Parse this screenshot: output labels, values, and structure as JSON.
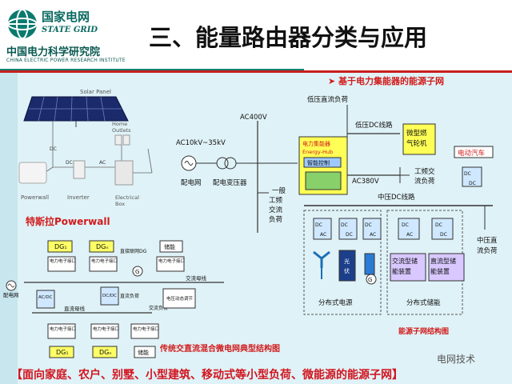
{
  "header": {
    "logo_cn": "国家电网",
    "logo_en": "STATE GRID",
    "institute_cn": "中国电力科学研究院",
    "institute_en": "CHINA ELECTRIC POWER RESEARCH INSTITUTE",
    "title": "三、能量路由器分类与应用"
  },
  "tesla": {
    "solar_panel": "Solar Panel",
    "home_outlets": "Home\nOutlets",
    "dc1": "DC",
    "dc2": "DC",
    "ac": "AC",
    "powerwall": "Powerwall",
    "inverter": "Inverter",
    "electrical_box": "Electrical\nBox",
    "caption": "特斯拉Powerwall"
  },
  "microgrid": {
    "dg1": "DG₁",
    "dgn": "DGₙ",
    "storage": "储能",
    "ac_interconnect_dg": "直接联网DG",
    "g": "G",
    "ac_bus": "交流母线",
    "dc_bus": "直流母线",
    "ac_load": "交流负荷",
    "ac_load2": "直流负荷",
    "power_iface": "电力电子接口",
    "distribution": "配电网",
    "acdc": "AC/DC",
    "dcdc": "DC/DC",
    "voltage_reg": "电压动态调节",
    "dg1b": "DG₁",
    "dgnb": "DGₙ",
    "storage_b": "储能",
    "caption": "传统交直流混合微电网典型结构图"
  },
  "energy_router": {
    "heading": "基于电力集能器的能源子网",
    "lv_dc_load": "低压直流负荷",
    "lv_dc_line": "低压DC线路",
    "ac400": "AC400V",
    "ac10_35": "AC10kV~35kV",
    "grid": "配电网",
    "transformer": "配电变压器",
    "hub_title": "电力集能器",
    "hub_en": "Energy-Hub",
    "hub_ctrl": "智能控制",
    "general_ac_load": "一般工频交流负荷",
    "ac380": "AC380V",
    "power_freq_load": "工频交流负荷",
    "mv_dc_line": "中压DC线路",
    "micro_turbine": "微型燃气轮机",
    "ev": "电动汽车",
    "dist_gen": "分布式电源",
    "ac_storage": "交流型储能装置",
    "dc_storage": "直流型储能装置",
    "dist_storage": "分布式储能",
    "mv_dc_load": "中压直流负荷",
    "pv": "光伏",
    "caption": "能源子网结构图"
  },
  "footer": {
    "banner": "【面向家庭、农户、别墅、小型建筑、移动式等小型负荷、微能源的能源子网】",
    "watermark": "电网技术"
  },
  "colors": {
    "title": "#111111",
    "accent_red": "#d21a1a",
    "brand_teal": "#0a6b62",
    "background": "#dff2f7"
  }
}
